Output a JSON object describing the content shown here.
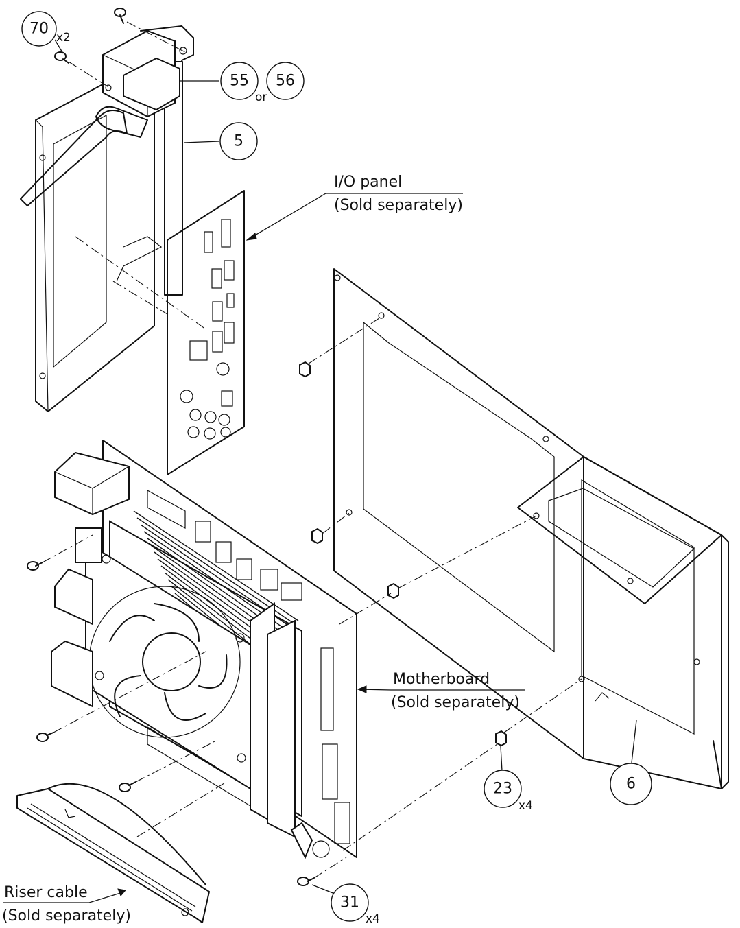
{
  "callouts": {
    "part_70": {
      "number": "70",
      "qty": "x2"
    },
    "part_55": {
      "number": "55"
    },
    "part_56": {
      "number": "56"
    },
    "or_text": "or",
    "part_5": {
      "number": "5"
    },
    "part_6": {
      "number": "6"
    },
    "part_23": {
      "number": "23",
      "qty": "x4"
    },
    "part_31": {
      "number": "31",
      "qty": "x4"
    }
  },
  "labels": {
    "io_panel": {
      "line1": "I/O panel",
      "line2": "(Sold separately)"
    },
    "motherboard": {
      "line1": "Motherboard",
      "line2": "(Sold separately)"
    },
    "riser_cable": {
      "line1": "Riser cable",
      "line2": "(Sold separately)"
    }
  },
  "colors": {
    "ink": "#111111",
    "background": "#ffffff"
  }
}
